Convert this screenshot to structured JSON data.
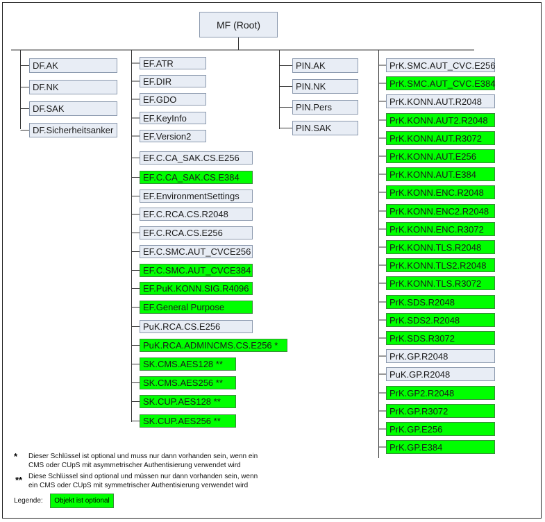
{
  "root": "MF (Root)",
  "columns": {
    "df": [
      "DF.AK",
      "DF.NK",
      "DF.SAK",
      "DF.Sicherheitsanker"
    ],
    "ef": [
      {
        "label": "EF.ATR",
        "optional": false
      },
      {
        "label": "EF.DIR",
        "optional": false
      },
      {
        "label": "EF.GDO",
        "optional": false
      },
      {
        "label": "EF.KeyInfo",
        "optional": false
      },
      {
        "label": "EF.Version2",
        "optional": false
      },
      {
        "label": "EF.C.CA_SAK.CS.E256",
        "optional": false
      },
      {
        "label": "EF.C.CA_SAK.CS.E384",
        "optional": true
      },
      {
        "label": "EF.EnvironmentSettings",
        "optional": false
      },
      {
        "label": "EF.C.RCA.CS.R2048",
        "optional": false
      },
      {
        "label": "EF.C.RCA.CS.E256",
        "optional": false
      },
      {
        "label": "EF.C.SMC.AUT_CVCE256",
        "optional": false
      },
      {
        "label": "EF.C.SMC.AUT_CVCE384",
        "optional": true
      },
      {
        "label": "EF.PuK.KONN.SIG.R4096",
        "optional": true
      },
      {
        "label": "EF.General Purpose",
        "optional": true
      },
      {
        "label": "PuK.RCA.CS.E256",
        "optional": false
      },
      {
        "label": "PuK.RCA.ADMINCMS.CS.E256 *",
        "optional": true
      },
      {
        "label": "SK.CMS.AES128 **",
        "optional": true
      },
      {
        "label": "SK.CMS.AES256 **",
        "optional": true
      },
      {
        "label": "SK.CUP.AES128 **",
        "optional": true
      },
      {
        "label": "SK.CUP.AES256 **",
        "optional": true
      }
    ],
    "pin": [
      "PIN.AK",
      "PIN.NK",
      "PIN.Pers",
      "PIN.SAK"
    ],
    "prk": [
      {
        "label": "PrK.SMC.AUT_CVC.E256",
        "optional": false
      },
      {
        "label": "PrK.SMC.AUT_CVC.E384",
        "optional": true
      },
      {
        "label": "PrK.KONN.AUT.R2048",
        "optional": false
      },
      {
        "label": "PrK.KONN.AUT2.R2048",
        "optional": true
      },
      {
        "label": "PrK.KONN.AUT.R3072",
        "optional": true
      },
      {
        "label": "PrK.KONN.AUT.E256",
        "optional": true
      },
      {
        "label": "PrK.KONN.AUT.E384",
        "optional": true
      },
      {
        "label": "PrK.KONN.ENC.R2048",
        "optional": true
      },
      {
        "label": "PrK.KONN.ENC2.R2048",
        "optional": true
      },
      {
        "label": "PrK.KONN.ENC.R3072",
        "optional": true
      },
      {
        "label": "PrK.KONN.TLS.R2048",
        "optional": true
      },
      {
        "label": "PrK.KONN.TLS2.R2048",
        "optional": true
      },
      {
        "label": "PrK.KONN.TLS.R3072",
        "optional": true
      },
      {
        "label": "PrK.SDS.R2048",
        "optional": true
      },
      {
        "label": "PrK.SDS2.R2048",
        "optional": true
      },
      {
        "label": "PrK.SDS.R3072",
        "optional": true
      },
      {
        "label": "PrK.GP.R2048",
        "optional": false
      },
      {
        "label": "PuK.GP.R2048",
        "optional": false
      },
      {
        "label": "PrK.GP2.R2048",
        "optional": true
      },
      {
        "label": "PrK.GP.R3072",
        "optional": true
      },
      {
        "label": "PrK.GP.E256",
        "optional": true
      },
      {
        "label": "PrK.GP.E384",
        "optional": true
      }
    ]
  },
  "notes": {
    "star1": "*",
    "text1_line1": "Dieser Schlüssel ist optional und muss nur dann vorhanden sein, wenn ein",
    "text1_line2": "CMS oder CUpS mit asymmetrischer Authentisierung verwendet wird",
    "star2": "**",
    "text2_line1": "Diese Schlüssel sind optional und müssen nur dann vorhanden sein, wenn",
    "text2_line2": "ein CMS oder CUpS mit symmetrischer Authentisierung verwendet wird"
  },
  "legend": {
    "label": "Legende:",
    "optional_label": "Objekt ist optional"
  },
  "colors": {
    "mandatory_fill": "#e8edf5",
    "optional_fill": "#00ff00",
    "line": "#333333"
  }
}
